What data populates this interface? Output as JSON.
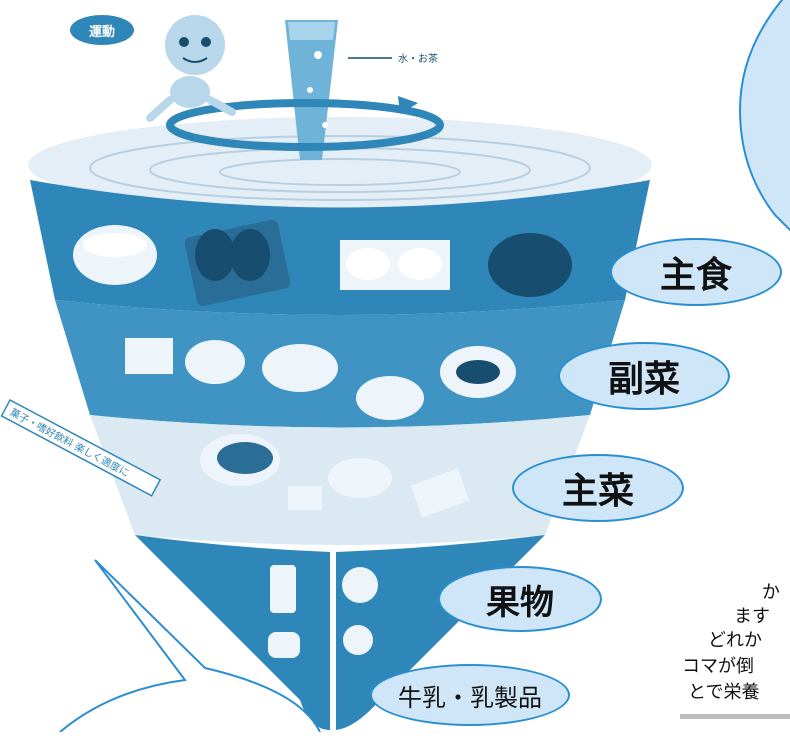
{
  "callout_exercise": "運動",
  "water_tea_note": "水・お茶",
  "snack_note": "菓子・嗜好飲料 楽しく適度に",
  "labels": {
    "staple": "主食",
    "side": "副菜",
    "main": "主菜",
    "fruit": "果物",
    "dairy": "牛乳・乳製品"
  },
  "explanation_lines": [
    "か",
    "ます",
    "どれか",
    "コマが倒",
    "とで栄養"
  ],
  "colors": {
    "dark_blue": "#2f86b8",
    "mid_blue": "#7cb9d9",
    "light_blue": "#dbe9f2",
    "oval_fill": "#cfe6f8",
    "oval_border": "#2a8fd0"
  }
}
